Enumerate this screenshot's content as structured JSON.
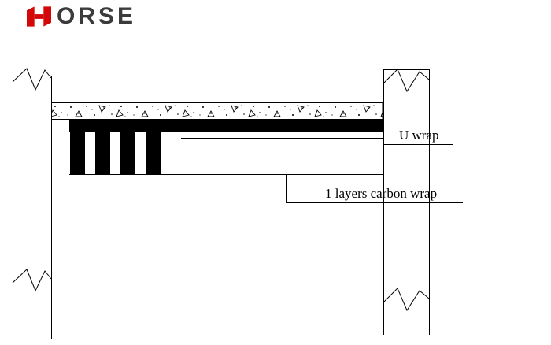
{
  "logo": {
    "brand": "HORSE",
    "text": "ORSE",
    "accent_color": "#d40808",
    "text_color": "#3b3b3b"
  },
  "diagram": {
    "labels": {
      "u_wrap": "U wrap",
      "carbon_wrap": "1 layers carbon wrap"
    },
    "line_color": "#000000",
    "u_wrap_strip_count": 4
  }
}
